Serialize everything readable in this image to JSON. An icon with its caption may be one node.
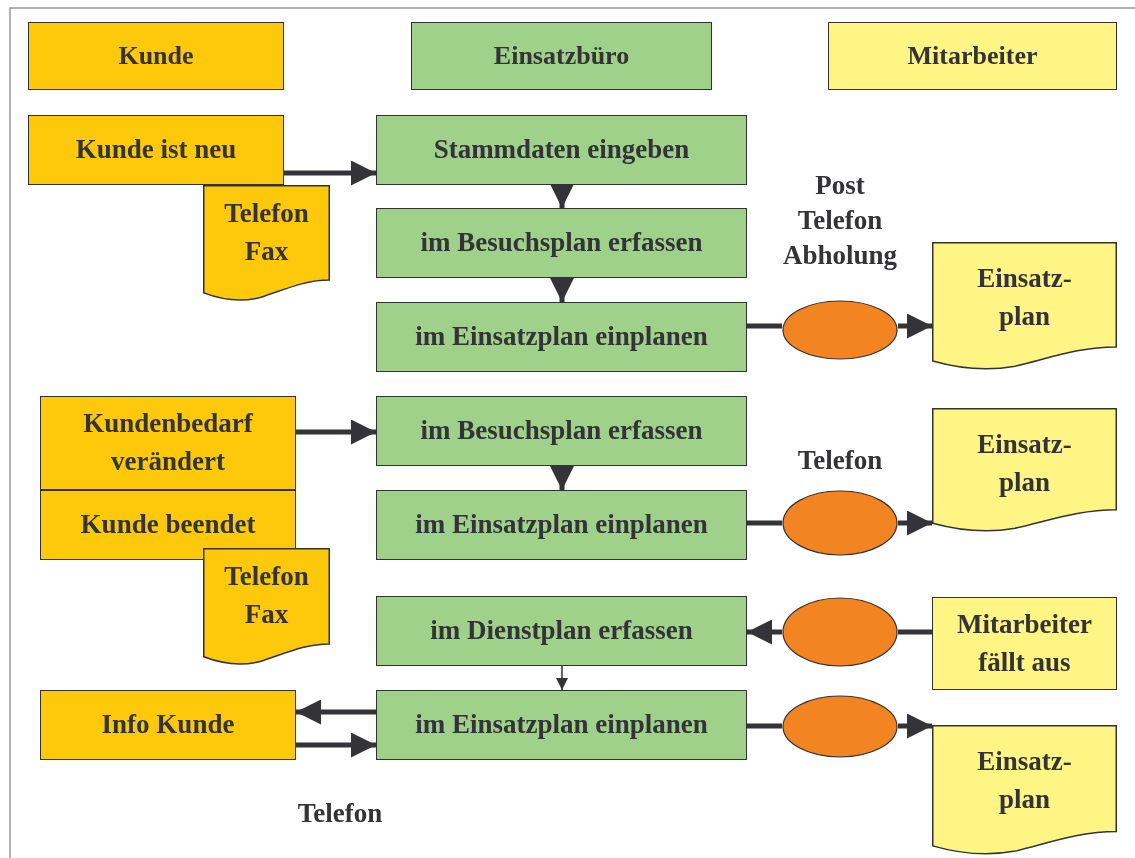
{
  "diagram": {
    "nodes": [
      {
        "text": [
          "Kunde"
        ]
      },
      {
        "text": [
          "Einsatzbüro"
        ]
      },
      {
        "text": [
          "Mitarbeiter"
        ]
      },
      {
        "text": [
          "Kunde ist neu"
        ]
      },
      {
        "text": [
          "Telefon Fax"
        ]
      },
      {
        "text": [
          "Stammdaten eingeben"
        ]
      },
      {
        "text": [
          "im Besuchsplan erfassen"
        ]
      },
      {
        "text": [
          "im Einsatzplan einplanen"
        ]
      },
      {
        "text": [],
        "shape": "ellipse",
        "beside": [
          "Post Telefon Abholung"
        ]
      },
      {
        "text": [
          "Einsatz- plan"
        ]
      },
      {
        "text": [
          "Kundenbedarf verändert"
        ]
      },
      {
        "text": [
          "Kunde beendet"
        ]
      },
      {
        "text": [
          "Telefon Fax"
        ]
      },
      {
        "text": [
          "im Besuchsplan erfassen"
        ]
      },
      {
        "text": [
          "im Einsatzplan einplanen"
        ]
      },
      {
        "text": [],
        "shape": "ellipse",
        "beside": [
          "Telefon"
        ]
      },
      {
        "text": [
          "Einsatz- plan"
        ]
      },
      {
        "text": [
          "im Dienstplan erfassen"
        ]
      },
      {
        "text": [],
        "shape": "ellipse"
      },
      {
        "text": [
          "Mitarbeiter fällt aus"
        ]
      },
      {
        "text": [
          "Info Kunde"
        ]
      },
      {
        "text": [
          "im Einsatzplan einplanen"
        ]
      },
      {
        "text": [],
        "shape": "ellipse"
      },
      {
        "text": [
          "Einsatz- plan"
        ]
      }
    ],
    "edges": [
      {
        "from": 3,
        "to": 5,
        "arrow": "to"
      },
      {
        "from": 5,
        "to": 6,
        "arrow": "to"
      },
      {
        "from": 6,
        "to": 7,
        "arrow": "to"
      },
      {
        "from": 7,
        "to": 8,
        "arrow": "none"
      },
      {
        "from": 8,
        "to": 9,
        "arrow": "to"
      },
      {
        "from": 10,
        "to": 13,
        "arrow": "to"
      },
      {
        "from": 13,
        "to": 14,
        "arrow": "to"
      },
      {
        "from": 14,
        "to": 15,
        "arrow": "none"
      },
      {
        "from": 15,
        "to": 16,
        "arrow": "to"
      },
      {
        "from": 19,
        "to": 18,
        "arrow": "none"
      },
      {
        "from": 18,
        "to": 17,
        "arrow": "to"
      },
      {
        "from": 17,
        "to": 21,
        "arrow": "to"
      },
      {
        "from": 21,
        "to": 20,
        "arrow": "to"
      },
      {
        "from": 20,
        "to": 21,
        "arrow": "to"
      },
      {
        "from": 21,
        "to": 22,
        "arrow": "none"
      },
      {
        "from": 22,
        "to": 23,
        "arrow": "to"
      }
    ],
    "labels": [
      "Telefon"
    ]
  }
}
